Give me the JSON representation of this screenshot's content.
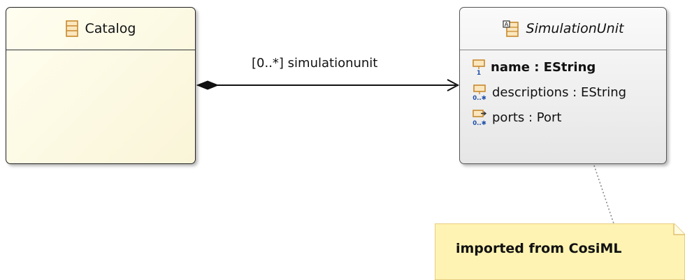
{
  "classes": {
    "catalog": {
      "name": "Catalog"
    },
    "simulation_unit": {
      "name": "SimulationUnit",
      "attributes": [
        {
          "text": "name : EString",
          "multiplicity": "1",
          "icon": "attribute-icon",
          "bold": true
        },
        {
          "text": "descriptions : EString",
          "multiplicity": "0..*",
          "icon": "attribute-many-icon",
          "bold": false
        },
        {
          "text": "ports : Port",
          "multiplicity": "0..*",
          "icon": "reference-many-icon",
          "bold": false
        }
      ]
    }
  },
  "relation": {
    "label": "[0..*] simulationunit",
    "type": "containment"
  },
  "note": {
    "text": "imported from CosiML"
  },
  "colors": {
    "class_fill": "#faf5d8",
    "interface_fill": "#e6e6e6",
    "note_fill": "#fff3b3",
    "icon_orange": "#e08c2c",
    "icon_blue": "#1f4fa8"
  }
}
